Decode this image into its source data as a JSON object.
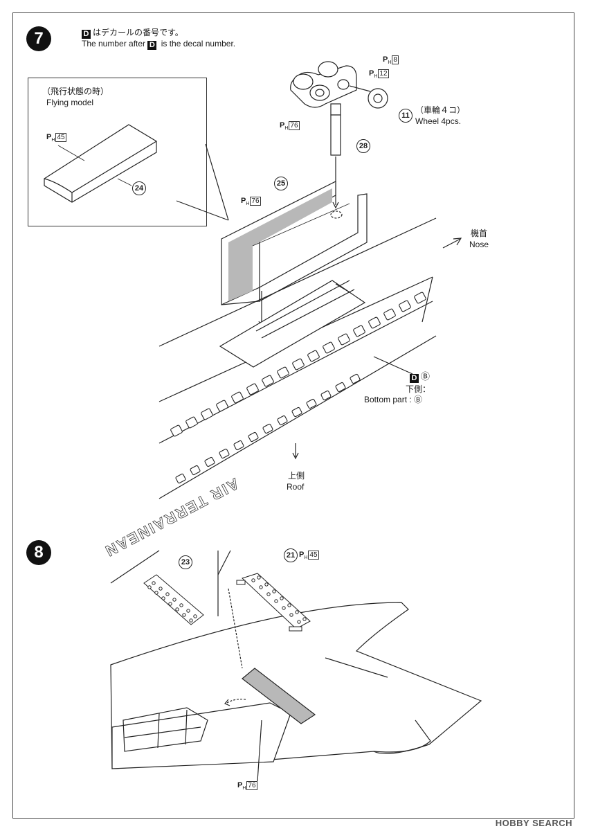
{
  "steps": [
    {
      "number": "7"
    },
    {
      "number": "8"
    }
  ],
  "header": {
    "note_jp": "はデカールの番号です。",
    "note_en_before": "The number after ",
    "note_en_after": " is the decal number.",
    "decal_letter": "D"
  },
  "inset": {
    "title_jp": "（飛行状態の時）",
    "title_en": "Flying model",
    "part": "24",
    "paint_code": "45"
  },
  "wheel": {
    "part": "11",
    "label_jp": "（車輪４コ）",
    "label_en": "Wheel 4pcs.",
    "paint_outer": "8",
    "paint_inner": "12",
    "paint_strut": "76",
    "strut_part": "28"
  },
  "bay": {
    "part": "25",
    "paint_code": "76"
  },
  "directions": {
    "nose_jp": "機首",
    "nose_en": "Nose",
    "roof_jp": "上側",
    "roof_en": "Roof"
  },
  "decal_note": {
    "letter": "D",
    "mark": "Ⓑ",
    "bottom_jp": "下側：",
    "bottom_en": "Bottom part :",
    "bottom_mark": "Ⓑ"
  },
  "hull_text": "AIR TERRAINEAN",
  "step8": {
    "part_a": "23",
    "part_b": "21",
    "paint_b": "45",
    "paint_bottom": "76"
  },
  "paint_prefix": "P",
  "paint_sub": "H",
  "watermark": "HOBBY SEARCH",
  "colors": {
    "ink": "#1a1a1a",
    "hatch": "#b8b8b8"
  }
}
